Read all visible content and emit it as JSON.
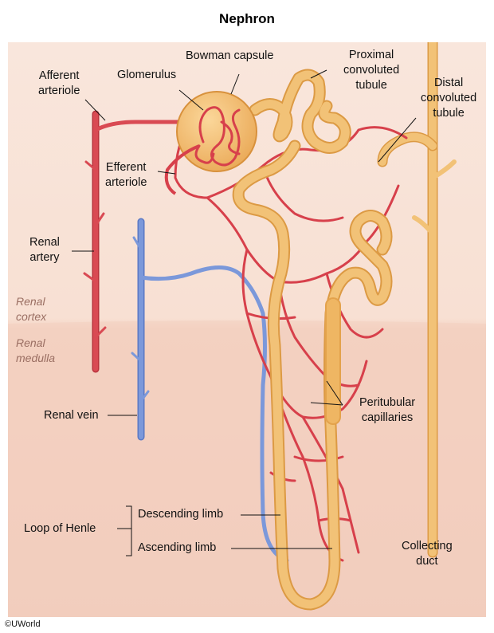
{
  "title": "Nephron",
  "zones": {
    "cortex": "Renal\ncortex",
    "medulla": "Renal\nmedulla"
  },
  "labels": {
    "bowman_capsule": "Bowman capsule",
    "glomerulus": "Glomerulus",
    "proximal_tubule": "Proximal\nconvoluted\ntubule",
    "distal_tubule": "Distal\nconvoluted\ntubule",
    "afferent_arteriole": "Afferent\narteriole",
    "efferent_arteriole": "Efferent\narteriole",
    "renal_artery": "Renal\nartery",
    "renal_vein": "Renal vein",
    "peritubular_capillaries": "Peritubular\ncapillaries",
    "loop_of_henle": "Loop of Henle",
    "descending_limb": "Descending limb",
    "ascending_limb": "Ascending limb",
    "collecting_duct": "Collecting\nduct"
  },
  "credit": "©UWorld",
  "colors": {
    "cortex_bg": "#f8e2d6",
    "medulla_bg": "#f3cfc0",
    "artery": "#d7404b",
    "vein": "#6f8fd4",
    "tubule": "#f0bb6a",
    "tubule_edge": "#dc9a44"
  }
}
